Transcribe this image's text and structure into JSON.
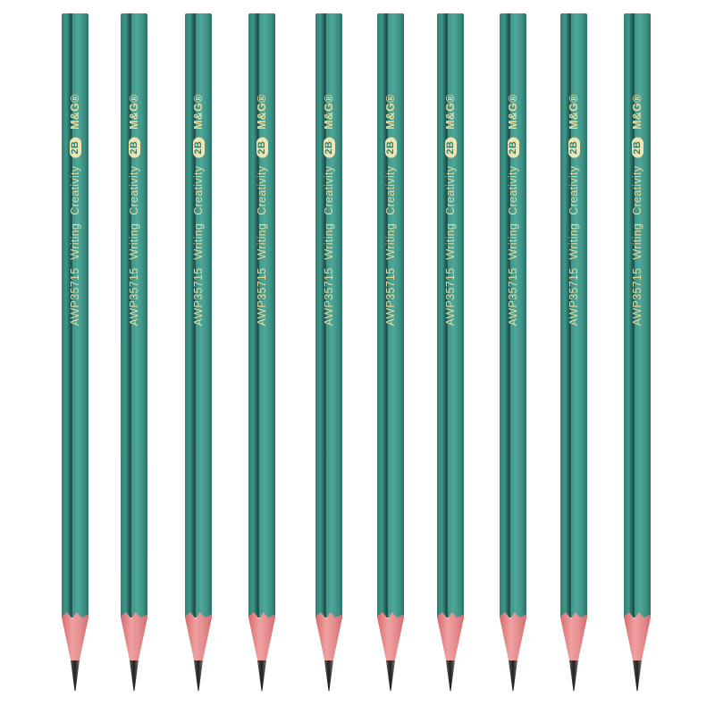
{
  "product": {
    "pencil_count": 10,
    "imprint": {
      "code": "AWP35715",
      "word1": "Writing",
      "word2": "Creativity",
      "grade": "2B",
      "brand": "M&G®"
    },
    "colors": {
      "body": "#3f978a",
      "text": "#e9dca0",
      "wood": "#f0a0a0",
      "lead": "#333333"
    }
  }
}
